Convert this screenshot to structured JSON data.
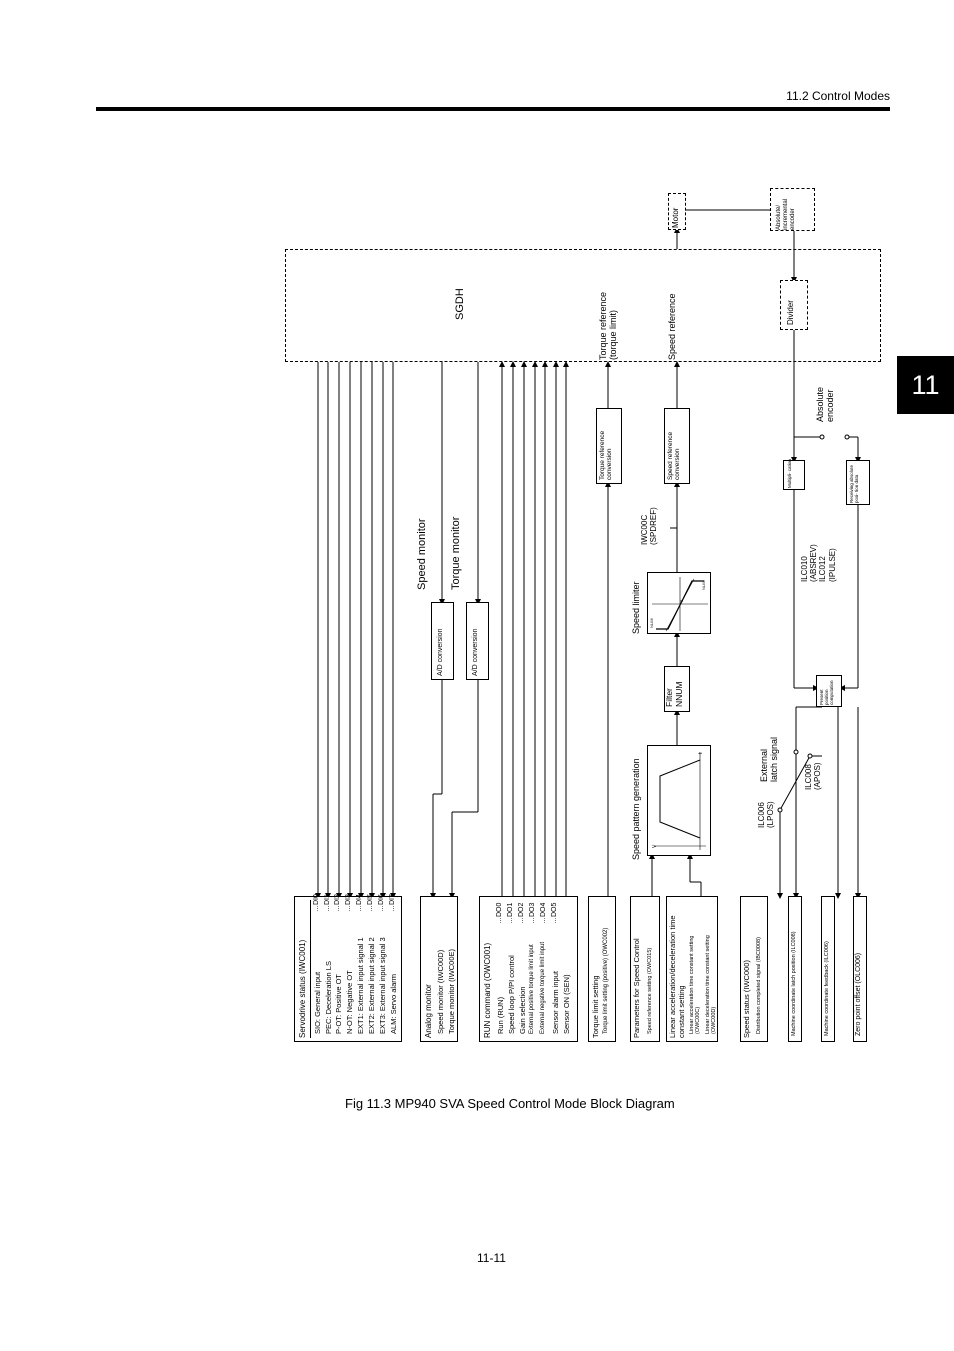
{
  "header": {
    "section": "11.2  Control Modes"
  },
  "chapter_tab": "11",
  "figure_caption": "Fig 11.3  MP940 SVA Speed Control Mode Block Diagram",
  "page_number": "11-11",
  "diagram": {
    "sgdh": "SGDH",
    "motor": "Motor",
    "encoder": "Absolute/ incremental encoder",
    "divider": "Divider",
    "torque_ref_label": "Torque reference (torque limit)",
    "speed_ref_label": "Speed reference",
    "speed_monitor": "Speed monitor",
    "torque_monitor": "Torque monitor",
    "ad_conversion_1": "A/D conversion",
    "ad_conversion_2": "A/D conversion",
    "torque_ref_conv": "Torque reference conversion",
    "speed_ref_conv": "Speed reference conversion",
    "spdref": "IWC00C (SPDREF)",
    "speed_limiter": "Speed limiter",
    "limiter_nlim": "NLIM",
    "limiter_zero": "0",
    "limiter_nlim2": "NLIM",
    "filter": "Filter NNUM",
    "speed_pattern": "Speed pattern generation",
    "pattern_v": "V",
    "pattern_t": "t",
    "external_latch": "External latch signal",
    "ilc006": "ILC006 (LPOS)",
    "ilc008": "ILC008 (APOS)",
    "absolute_encoder": "Absolute encoder",
    "multiplication": "Multipli- cation",
    "receiving": "Receiving absolute posi- tion data",
    "ilc010": "ILC010 (ABSREV) ILC012 (IPULSE)",
    "present_pos": "Present position computation"
  },
  "panels": {
    "servo_status": {
      "title": "Servodrive status (IWC001)",
      "rows": [
        {
          "label": "SIO: General input",
          "code": "…DI0"
        },
        {
          "label": "PEC: Deceleration LS",
          "code": "…DI1"
        },
        {
          "label": "P-OT: Positive OT",
          "code": "…DI2"
        },
        {
          "label": "N-OT: Negative OT",
          "code": "…DI3"
        },
        {
          "label": "EXT1: External input signal 1",
          "code": "…DI4"
        },
        {
          "label": "EXT2: External input signal 2",
          "code": "…DI5"
        },
        {
          "label": "EXT3: External input signal 3",
          "code": "…DI6"
        },
        {
          "label": "ALM: Servo alarm",
          "code": "…DI7"
        }
      ]
    },
    "analog_monitor": {
      "title": "Analog monitor",
      "rows": [
        "Speed monitor (IWC00D)",
        "Torque monitor (IWC00E)"
      ]
    },
    "run_command": {
      "title": "RUN command (OWC001)",
      "rows": [
        {
          "label": "Run (RUN)",
          "code": "…DO0"
        },
        {
          "label": "Speed loop P/PI control",
          "code": "…DO1"
        },
        {
          "label": "Gain selection",
          "code": "…DO2"
        },
        {
          "label": "External positive torque limit input",
          "code": "…DO3"
        },
        {
          "label": "External negative torque limit input",
          "code": "…DO4"
        },
        {
          "label": "Sensor alarm input",
          "code": "…DO5"
        },
        {
          "label": "Sensor ON (SEN)",
          "code": ""
        }
      ]
    },
    "torque_limit": {
      "title": "Torque limit setting",
      "rows": [
        "Torque limit setting (positive) (OWC002)"
      ]
    },
    "speed_params": {
      "title": "Parameters for Speed Control",
      "rows": [
        "Speed reference setting (OWC015)"
      ]
    },
    "accel": {
      "title": "Linear acceleration/deceleration time constant setting",
      "rows": [
        "Linear acceleration time constant setting (OWC00C)",
        "Linear deceleration time constant setting (OWC00D)"
      ]
    },
    "speed_status": {
      "title": "Speed status (IWC000)",
      "rows": [
        "Distribution completed signal (IBC0008)"
      ]
    },
    "machine_latch": {
      "title": "Machine coordinate latch position (ILC008)"
    },
    "machine_feedback": {
      "title": "Machine coordinate feedback (ILC006)"
    },
    "zero_offset": {
      "title": "Zero point offset (OLC006)"
    }
  }
}
